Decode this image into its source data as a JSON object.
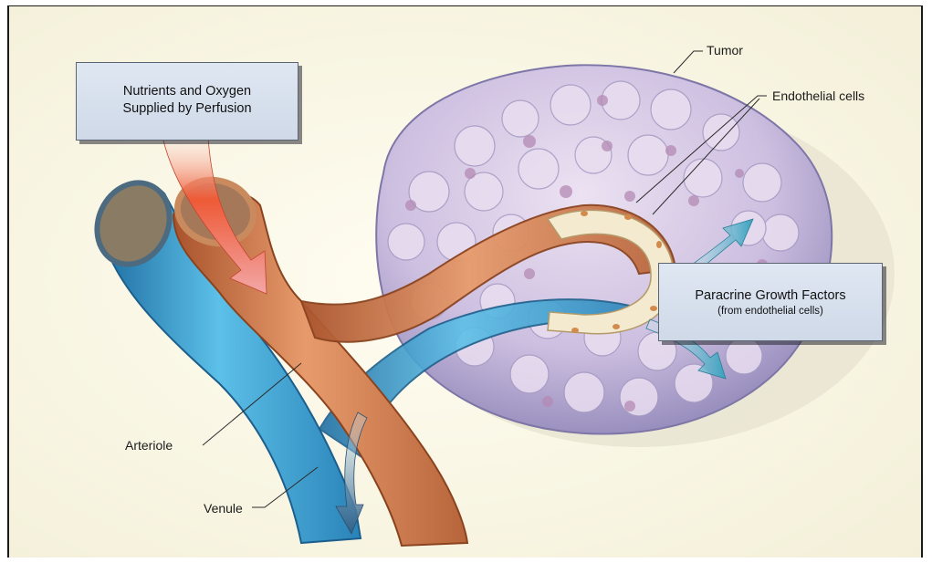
{
  "labels": {
    "nutrients_line1": "Nutrients and Oxygen",
    "nutrients_line2": "Supplied by Perfusion",
    "tumor": "Tumor",
    "endothelial": "Endothelial cells",
    "paracrine_line1": "Paracrine Growth Factors",
    "paracrine_line2": "(from endothelial cells)",
    "arteriole": "Arteriole",
    "venule": "Venule"
  },
  "colors": {
    "tumor": "#c9b8e0",
    "arteriole": "#d9855a",
    "venule": "#3fa6d6",
    "endothelial": "#f3e6c4",
    "background": "#fbf8e8",
    "arrow_perfusion": "#e2361c",
    "arrow_paracrine": "#3f9fb8"
  }
}
